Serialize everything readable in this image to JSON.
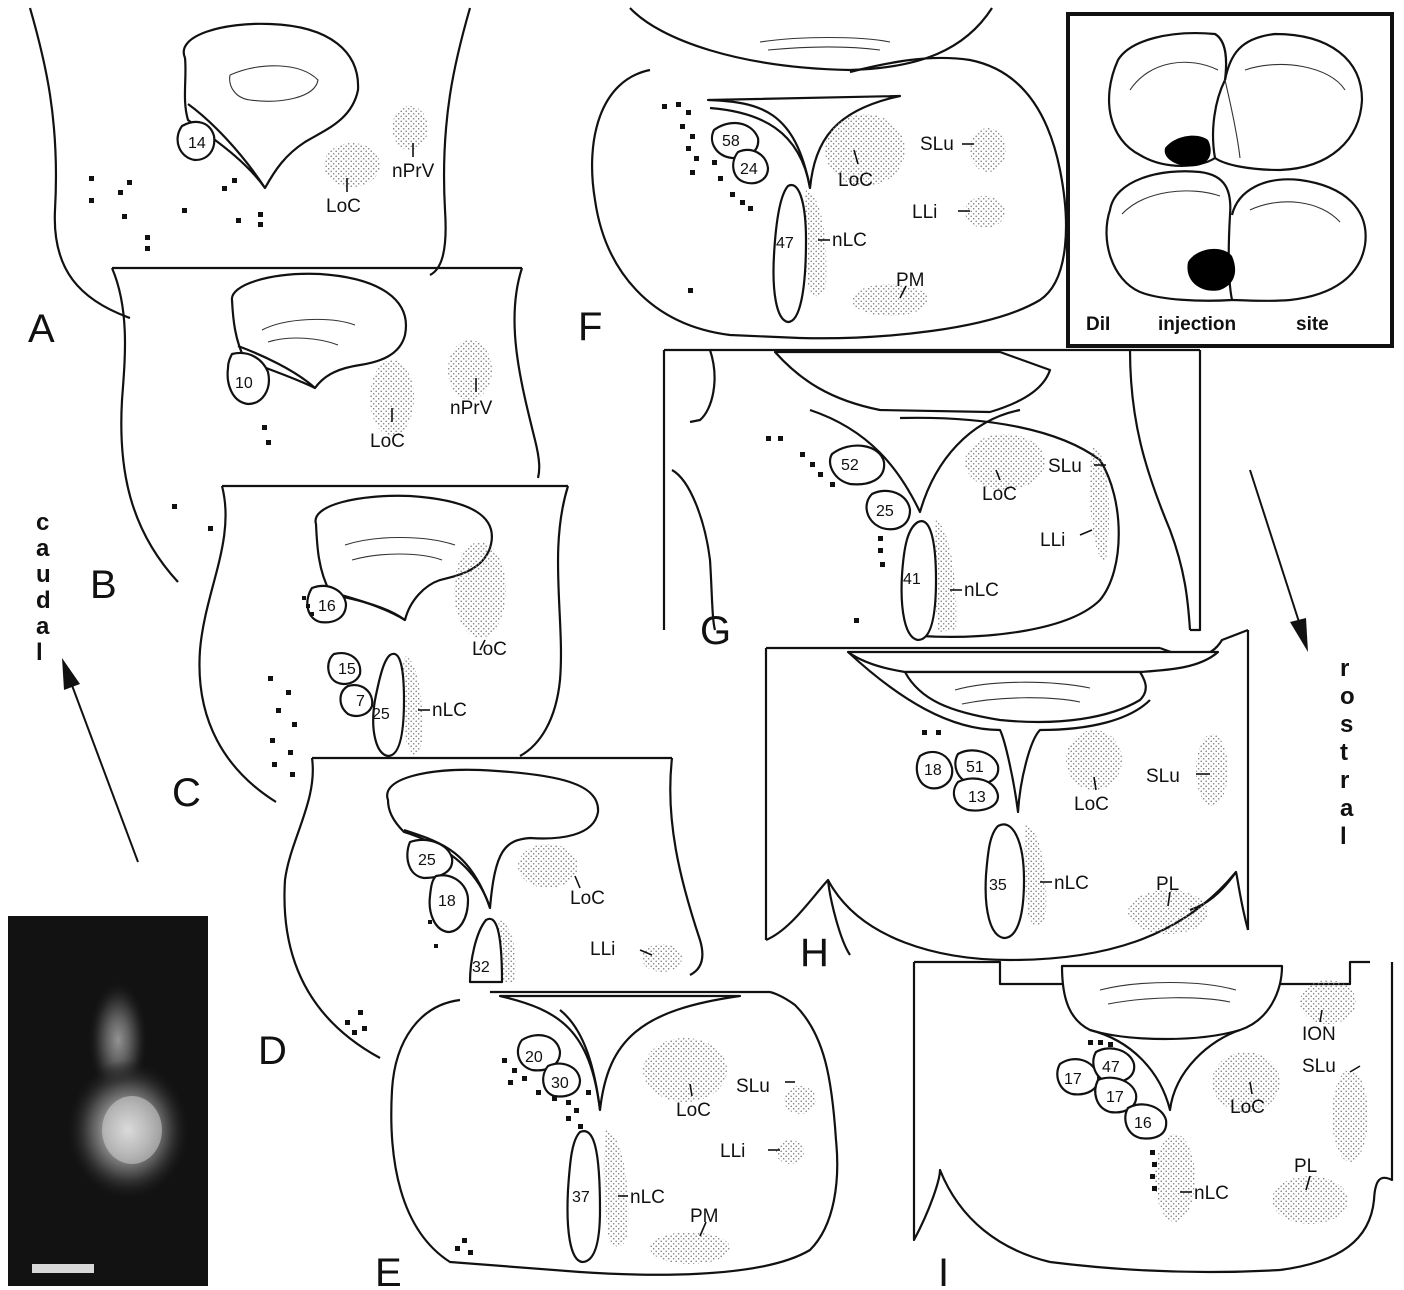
{
  "panels": {
    "A": {
      "letter": "A",
      "nuclei": [
        "LoC",
        "nPrV"
      ],
      "cell_counts": [
        "14"
      ]
    },
    "B": {
      "letter": "B",
      "nuclei": [
        "LoC",
        "nPrV"
      ],
      "cell_counts": [
        "10"
      ]
    },
    "C": {
      "letter": "C",
      "nuclei": [
        "LoC",
        "nLC"
      ],
      "cell_counts": [
        "16",
        "15",
        "7",
        "25"
      ]
    },
    "D": {
      "letter": "D",
      "nuclei": [
        "LoC",
        "LLi"
      ],
      "cell_counts": [
        "25",
        "18",
        "32"
      ]
    },
    "E": {
      "letter": "E",
      "nuclei": [
        "LoC",
        "SLu",
        "LLi",
        "nLC",
        "PM"
      ],
      "cell_counts": [
        "20",
        "30",
        "37"
      ]
    },
    "F": {
      "letter": "F",
      "nuclei": [
        "SLu",
        "LoC",
        "LLi",
        "nLC",
        "PM"
      ],
      "cell_counts": [
        "58",
        "24",
        "47"
      ]
    },
    "G": {
      "letter": "G",
      "nuclei": [
        "LoC",
        "SLu",
        "LLi",
        "nLC"
      ],
      "cell_counts": [
        "52",
        "25",
        "41"
      ]
    },
    "H": {
      "letter": "H",
      "nuclei": [
        "LoC",
        "SLu",
        "nLC",
        "PL"
      ],
      "cell_counts": [
        "18",
        "51",
        "13",
        "35"
      ]
    },
    "I": {
      "letter": "I",
      "nuclei": [
        "ION",
        "LoC",
        "SLu",
        "PL",
        "nLC"
      ],
      "cell_counts": [
        "17",
        "47",
        "17",
        "16"
      ]
    }
  },
  "directions": {
    "caudal": "caudal",
    "rostral": "rostral"
  },
  "inset": {
    "dil": "DiI",
    "injection": "injection",
    "site": "site"
  },
  "photo": {
    "type": "fluorescence micrograph",
    "has_scale_bar": true
  }
}
